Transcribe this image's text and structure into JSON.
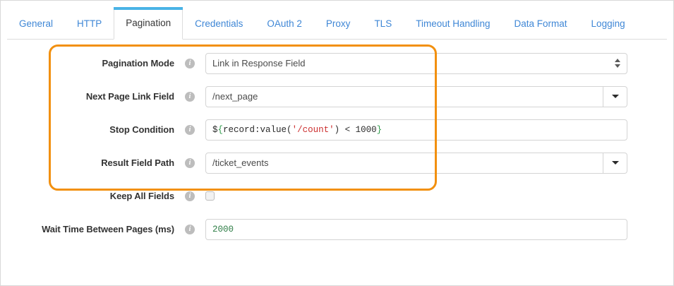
{
  "tabs": [
    {
      "label": "General",
      "active": false
    },
    {
      "label": "HTTP",
      "active": false
    },
    {
      "label": "Pagination",
      "active": true
    },
    {
      "label": "Credentials",
      "active": false
    },
    {
      "label": "OAuth 2",
      "active": false
    },
    {
      "label": "Proxy",
      "active": false
    },
    {
      "label": "TLS",
      "active": false
    },
    {
      "label": "Timeout Handling",
      "active": false
    },
    {
      "label": "Data Format",
      "active": false
    },
    {
      "label": "Logging",
      "active": false
    }
  ],
  "info_icon_glyph": "i",
  "colors": {
    "tab_link": "#3f87d6",
    "tab_active_accent": "#49b3e6",
    "highlight_orange": "#f2900f",
    "code_brace_green": "#2e9b4a",
    "code_string_red": "#cc2f2f",
    "value_green": "#2e7d46"
  },
  "fields": {
    "pagination_mode": {
      "label": "Pagination Mode",
      "value": "Link in Response Field",
      "control": "select",
      "options": [
        "Link in Response Field"
      ]
    },
    "next_page_link_field": {
      "label": "Next Page Link Field",
      "value": "/next_page",
      "placeholder": "",
      "control": "combo"
    },
    "stop_condition": {
      "label": "Stop Condition",
      "control": "code",
      "value": "${record:value('/count') < 1000}",
      "tokens": [
        {
          "text": "$",
          "type": "plain"
        },
        {
          "text": "{",
          "type": "brace"
        },
        {
          "text": "record:value(",
          "type": "plain"
        },
        {
          "text": "'/count'",
          "type": "str"
        },
        {
          "text": ")",
          "type": "plain"
        },
        {
          "text": " < ",
          "type": "op"
        },
        {
          "text": "1000",
          "type": "plain"
        },
        {
          "text": "}",
          "type": "brace"
        }
      ]
    },
    "result_field_path": {
      "label": "Result Field Path",
      "value": "/ticket_events",
      "placeholder": "",
      "control": "combo"
    },
    "keep_all_fields": {
      "label": "Keep All Fields",
      "control": "checkbox",
      "checked": false
    },
    "wait_time_between_pages": {
      "label": "Wait Time Between Pages (ms)",
      "control": "text",
      "value": "2000",
      "placeholder": ""
    }
  }
}
